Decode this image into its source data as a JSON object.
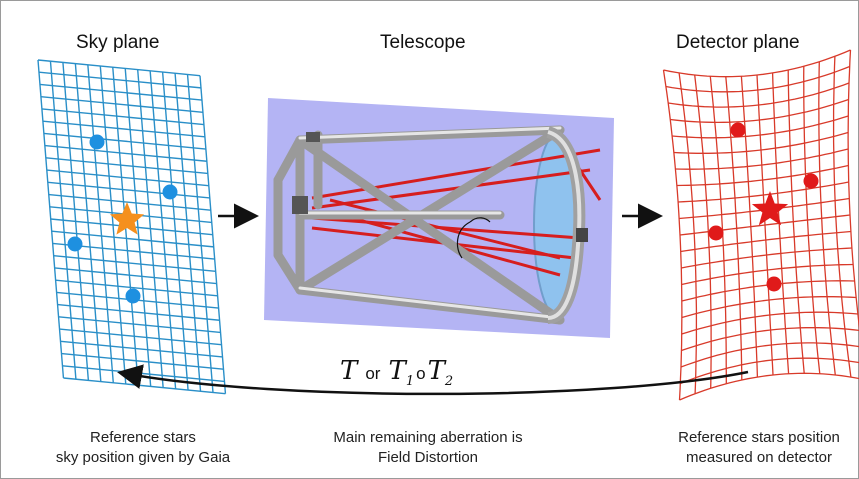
{
  "headings": {
    "sky": "Sky plane",
    "telescope": "Telescope",
    "detector": "Detector plane"
  },
  "formula": {
    "symbol_t": "T",
    "or": "or",
    "t1": "T",
    "sub1": "1",
    "compose": "o",
    "t2": "T",
    "sub2": "2"
  },
  "captions": {
    "left": [
      "Reference stars",
      "sky position given by Gaia"
    ],
    "center": [
      "Main remaining aberration is",
      "Field Distortion"
    ],
    "right": [
      "Reference stars position",
      "measured on detector"
    ]
  },
  "colors": {
    "sky_grid": "#2a8fc8",
    "sky_dot": "#1e90e0",
    "sky_star": "#f5901e",
    "detector_grid": "#d83a2a",
    "detector_dot": "#e01a1a",
    "telescope_bg": "#b4b4f4"
  }
}
